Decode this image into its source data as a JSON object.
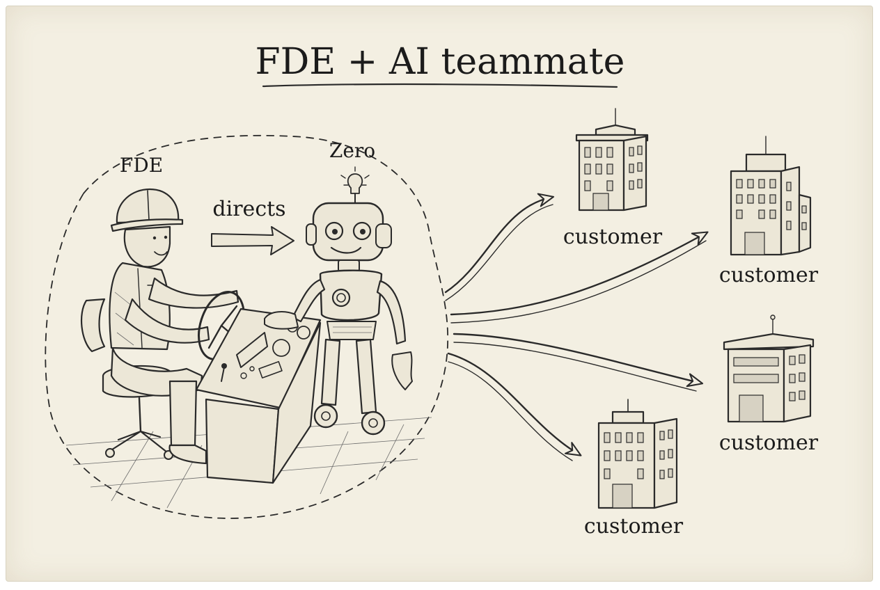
{
  "diagram": {
    "title": "FDE + AI teammate",
    "fde_label": "FDE",
    "ai_label": "Zero",
    "arrow_label": "directs",
    "customers": [
      {
        "label": "customer"
      },
      {
        "label": "customer"
      },
      {
        "label": "customer"
      },
      {
        "label": "customer"
      }
    ]
  },
  "colors": {
    "paper": "#f3efe2",
    "ink": "#2a2a2a"
  }
}
